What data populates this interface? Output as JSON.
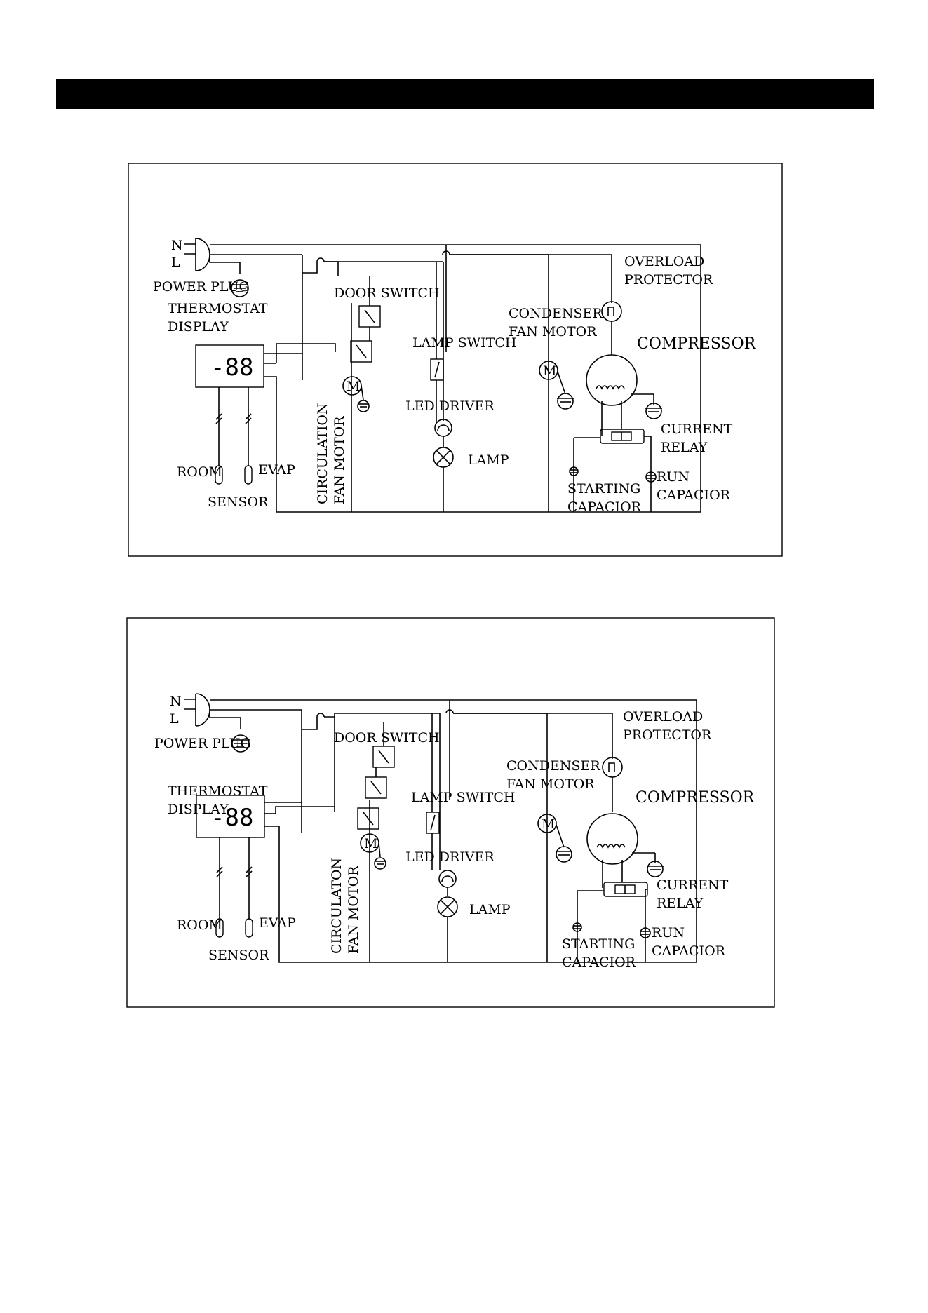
{
  "header": {
    "title": ""
  },
  "diagrams": [
    {
      "labels": {
        "n": "N",
        "l": "L",
        "power_plug": "POWER PLUG",
        "thermostat_line1": "THERMOSTAT",
        "thermostat_line2": "DISPLAY",
        "display_readout": "-88",
        "room": "ROOM",
        "evap": "EVAP",
        "sensor": "SENSOR",
        "circulation_line1": "CIRCULATION",
        "circulation_line2": "FAN MOTOR",
        "door_switch": "DOOR SWITCH",
        "lamp_switch": "LAMP SWITCH",
        "led_driver": "LED DRIVER",
        "lamp": "LAMP",
        "condenser_line1": "CONDENSER",
        "condenser_line2": "FAN MOTOR",
        "overload_line1": "OVERLOAD",
        "overload_line2": "PROTECTOR",
        "compressor": "COMPRESSOR",
        "current_line1": "CURRENT",
        "current_line2": "RELAY",
        "run_line1": "RUN",
        "run_line2": "CAPACIOR",
        "starting_line1": "STARTING",
        "starting_line2": "CAPACIOR",
        "motor": "M"
      }
    },
    {
      "labels": {
        "n": "N",
        "l": "L",
        "power_plug": "POWER PLUG",
        "thermostat_line1": "THERMOSTAT",
        "thermostat_line2": "DISPLAY",
        "display_readout": "-88",
        "room": "ROOM",
        "evap": "EVAP",
        "sensor": "SENSOR",
        "circulation_line1": "CIRCULATON",
        "circulation_line2": "FAN MOTOR",
        "door_switch": "DOOR SWITCH",
        "lamp_switch": "LAMP SWITCH",
        "led_driver": "LED DRIVER",
        "lamp": "LAMP",
        "condenser_line1": "CONDENSER",
        "condenser_line2": "FAN MOTOR",
        "overload_line1": "OVERLOAD",
        "overload_line2": "PROTECTOR",
        "compressor": "COMPRESSOR",
        "current_line1": "CURRENT",
        "current_line2": "RELAY",
        "run_line1": "RUN",
        "run_line2": "CAPACIOR",
        "starting_line1": "STARTING",
        "starting_line2": "CAPACIOR",
        "motor": "M"
      }
    }
  ]
}
